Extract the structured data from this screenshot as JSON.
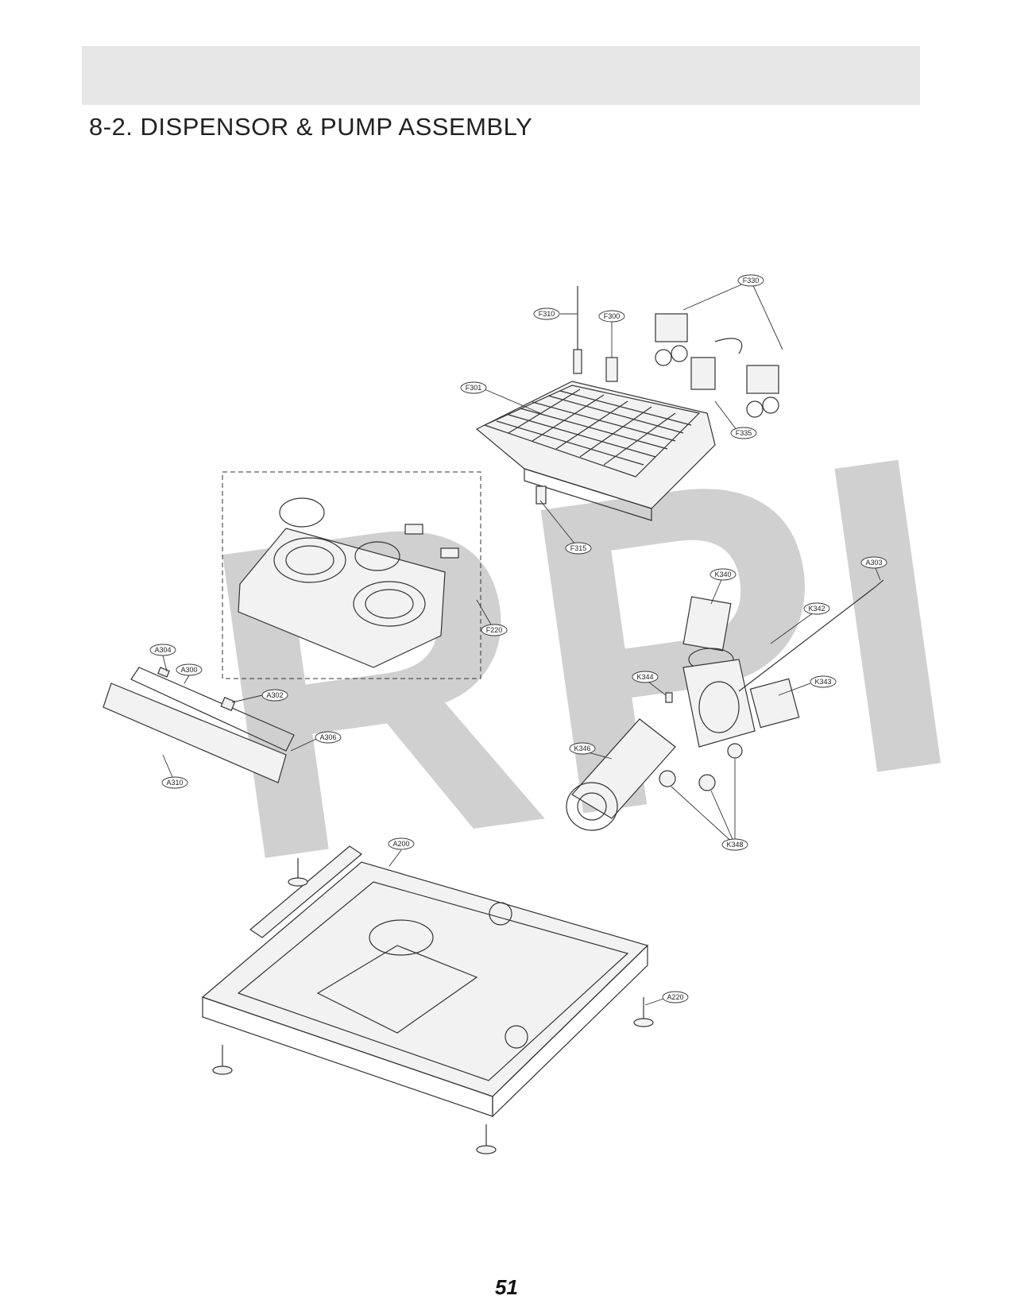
{
  "header": {
    "title": "8-2. DISPENSOR & PUMP ASSEMBLY"
  },
  "watermark": {
    "text": "RPI",
    "color": "#d0d0d0"
  },
  "page": {
    "number": "51"
  },
  "callouts": [
    {
      "id": "F330",
      "label": "F330"
    },
    {
      "id": "F310",
      "label": "F310"
    },
    {
      "id": "F300",
      "label": "F300"
    },
    {
      "id": "F301",
      "label": "F301"
    },
    {
      "id": "F335",
      "label": "F335"
    },
    {
      "id": "F315",
      "label": "F315"
    },
    {
      "id": "F220",
      "label": "F220"
    },
    {
      "id": "A303",
      "label": "A303"
    },
    {
      "id": "K340",
      "label": "K340"
    },
    {
      "id": "K342",
      "label": "K342"
    },
    {
      "id": "K343",
      "label": "K343"
    },
    {
      "id": "K344",
      "label": "K344"
    },
    {
      "id": "K346",
      "label": "K346"
    },
    {
      "id": "K348",
      "label": "K348"
    },
    {
      "id": "A304",
      "label": "A304"
    },
    {
      "id": "A300",
      "label": "A300"
    },
    {
      "id": "A302",
      "label": "A302"
    },
    {
      "id": "A306",
      "label": "A306"
    },
    {
      "id": "A310",
      "label": "A310"
    },
    {
      "id": "A200",
      "label": "A200"
    },
    {
      "id": "A220",
      "label": "A220"
    }
  ]
}
